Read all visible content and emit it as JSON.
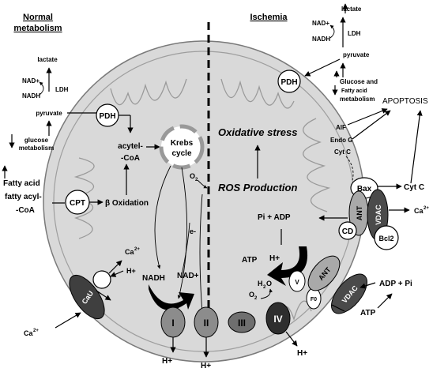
{
  "labels": {
    "normal_title_1": "Normal",
    "normal_title_2": "metabolism",
    "ischemia_title": "Ischemia",
    "lactate_left": "lactate",
    "nad_left": "NAD+",
    "nadh_left": "NADH",
    "ldh_left": "LDH",
    "pyruvate_left": "pyruvate",
    "glucose_left_1": "glucose",
    "glucose_left_2": "metabolism",
    "pdh_left": "PDH",
    "acetyl_1": "acytel-",
    "acetyl_2": "-CoA",
    "krebs_1": "Krebs",
    "krebs_2": "cycle",
    "fatty_1": "Fatty acid",
    "fatty_2": "fatty acyl-",
    "fatty_3": "-CoA",
    "cpt": "CPT",
    "beta_ox": "β Oxidation",
    "o2_top": "O",
    "o2_top_sub": "2",
    "e_minus": "e-",
    "oxidative_stress": "Oxidative stress",
    "ros_production": "ROS Production",
    "lactate_right": "lactate",
    "nad_right": "NAD+",
    "nadh_right": "NADH",
    "ldh_right": "LDH",
    "pyruvate_right": "pyruvate",
    "glucose_right_1": "Glucose and",
    "glucose_right_2": "Fatty acid",
    "glucose_right_3": "metabolism",
    "pdh_right": "PDH",
    "apoptosis": "APOPTOSIS",
    "aif": "AIF",
    "endo_g": "Endo G",
    "cyt_c_inner": "Cyt C",
    "cyt_c_outer": "Cyt C",
    "bax": "Bax",
    "ant_right": "ANT",
    "vdac_right": "VDAC",
    "cd": "CD",
    "bcl2": "Bcl2",
    "ca_right": "Ca",
    "ca_right_sup": "2+",
    "pi_adp": "Pi + ADP",
    "ca_inner": "Ca",
    "ca_inner_sup": "2+",
    "h_inner": "H+",
    "cau": "CaU",
    "ca_outer": "Ca",
    "ca_outer_sup": "2+",
    "nadh_bottom": "NADH",
    "nad_bottom": "NAD+",
    "complex_1": "I",
    "complex_2": "II",
    "complex_3": "III",
    "complex_4": "IV",
    "h_bottom_1": "H+",
    "h_bottom_2": "H+",
    "h_bottom_3": "H+",
    "atp_left": "ATP",
    "h_atp": "H+",
    "h2o": "H",
    "h2o_sub": "2",
    "h2o_end": "O",
    "o2_bottom": "O",
    "o2_bottom_sub": "2",
    "v_label": "V",
    "fo_label": "F0",
    "ant_bottom": "ANT",
    "vdac_bottom": "VDAC",
    "adp_pi": "ADP + Pi",
    "atp_right": "ATP"
  },
  "colors": {
    "matrix": "#d9d9d9",
    "membrane": "#b7b7b7",
    "dark_protein": "#3f3f3f",
    "mid_protein": "#8c8c8c",
    "light_protein": "#bdbdbd"
  }
}
